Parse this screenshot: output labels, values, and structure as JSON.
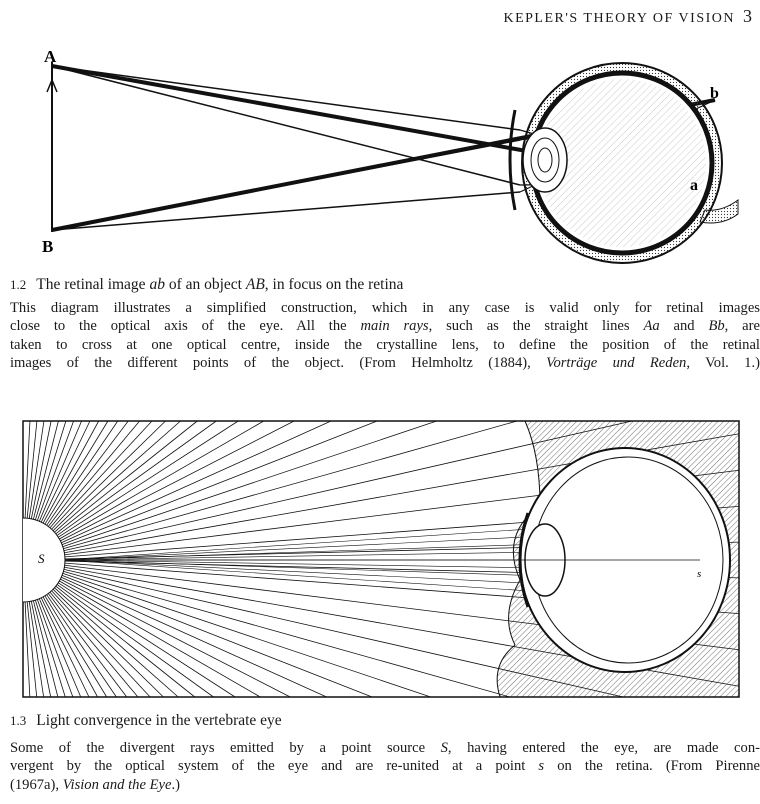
{
  "running_head": {
    "title": "KEPLER'S THEORY OF VISION",
    "page": "3"
  },
  "figure_1_2": {
    "labels": {
      "A": "A",
      "B": "B",
      "a": "a",
      "b": "b"
    },
    "number": "1.2",
    "title_parts": [
      "The retinal image ",
      "ab",
      " of an object ",
      "AB",
      ", in focus on the retina"
    ],
    "body_lines": [
      "This diagram illustrates a simplified construction, which in any case is valid only for retinal images",
      [
        "close to the optical axis of the eye. All the ",
        "main rays",
        ", such as the straight lines ",
        "Aa",
        " and ",
        "Bb",
        ", are"
      ],
      "taken to cross at one optical centre, inside the crystalline lens, to define the position of the retinal",
      [
        "images of the different points of the object. (From Helmholtz (1884), ",
        "Vorträge und Reden",
        ", Vol. 1.)"
      ]
    ]
  },
  "figure_1_3": {
    "labels": {
      "S": "S",
      "s": "s"
    },
    "number": "1.3",
    "title": "Light convergence in the vertebrate eye",
    "body_lines": [
      [
        "Some of the divergent rays emitted by a point source ",
        "S",
        ", having entered the eye, are made con-"
      ],
      [
        "vergent by the optical system of the eye and are re-united at a point ",
        "s",
        " on the retina. (From Pirenne"
      ],
      [
        "(1967a), ",
        "Vision and the Eye",
        ".)"
      ]
    ]
  }
}
